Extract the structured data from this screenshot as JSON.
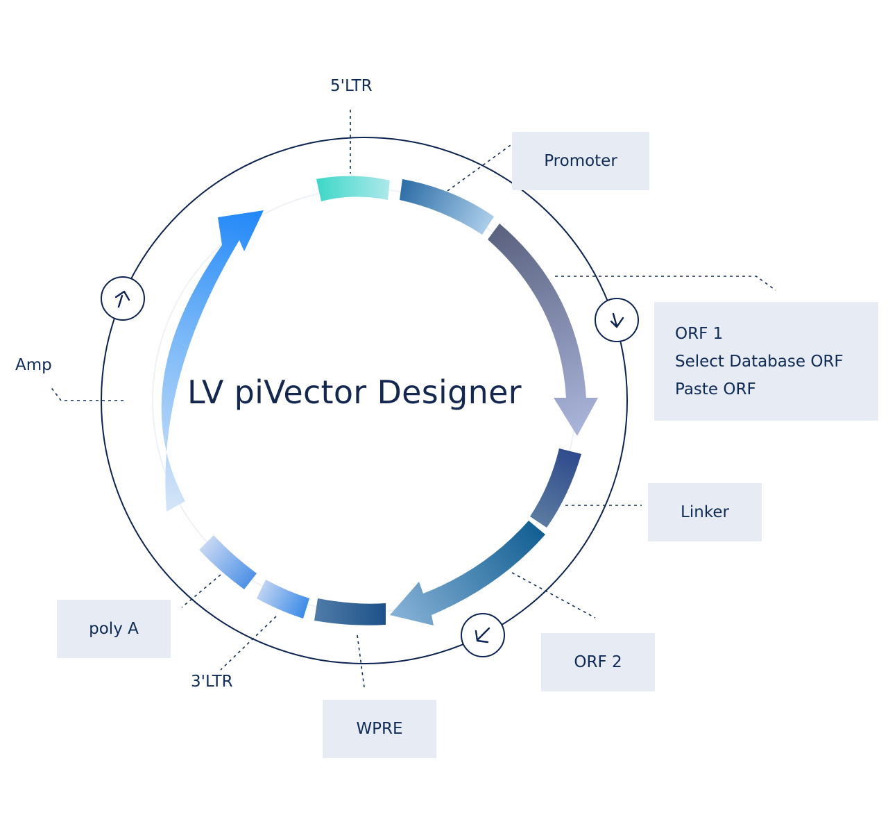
{
  "diagram": {
    "title": "LV piVector Designer",
    "elements": {
      "ltr5": "5'LTR",
      "promoter": "Promoter",
      "orf1": "ORF 1",
      "orf1_option_database": "Select Database ORF",
      "orf1_option_paste": "Paste ORF",
      "linker": "Linker",
      "orf2": "ORF 2",
      "wpre": "WPRE",
      "ltr3": "3'LTR",
      "polya": "poly A",
      "amp": "Amp"
    },
    "colors": {
      "ring": "#0c2250",
      "box_bg": "#e7ecf4",
      "text": "#0f2a55",
      "ltr5": "#3fd8c8",
      "promoter": "#2d6da6",
      "orf1": "#5d6482",
      "linker": "#2e4a8c",
      "orf2": "#135f93",
      "wpre": "#1d5289",
      "ltr3": "#3b8be8",
      "polya": "#4b8fe6",
      "amp": "#2288f8"
    }
  }
}
